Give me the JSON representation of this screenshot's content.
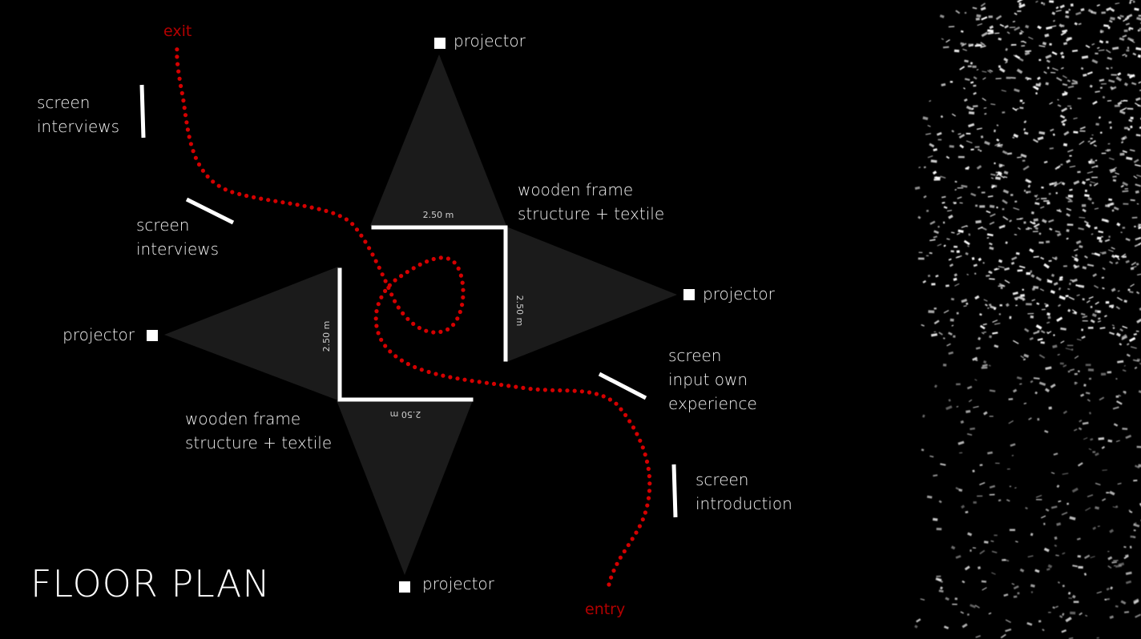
{
  "title": "FLOOR PLAN",
  "colors": {
    "background": "#000000",
    "path": "#d40000",
    "label_path": "#b30000",
    "structure": "#ffffff",
    "projection_cone": "#1c1c1c"
  },
  "path_labels": {
    "exit": "exit",
    "entry": "entry"
  },
  "projectors": [
    {
      "label": "projector",
      "facing": "top"
    },
    {
      "label": "projector",
      "facing": "right"
    },
    {
      "label": "projector",
      "facing": "left"
    },
    {
      "label": "projector",
      "facing": "bottom"
    }
  ],
  "screens": [
    {
      "lines": [
        "screen",
        "interviews"
      ]
    },
    {
      "lines": [
        "screen",
        "interviews"
      ]
    },
    {
      "lines": [
        "screen",
        "input own",
        "experience"
      ]
    },
    {
      "lines": [
        "screen",
        "introduction"
      ]
    }
  ],
  "frames": [
    {
      "lines": [
        "wooden frame",
        "structure + textile"
      ]
    },
    {
      "lines": [
        "wooden frame",
        "structure + textile"
      ]
    }
  ],
  "dimensions": {
    "top": "2.50 m",
    "right": "2.50 m",
    "left": "2.50 m",
    "bottom": "2.50 m"
  },
  "decor": {
    "particle_texture": "white-speckle-cloud"
  }
}
